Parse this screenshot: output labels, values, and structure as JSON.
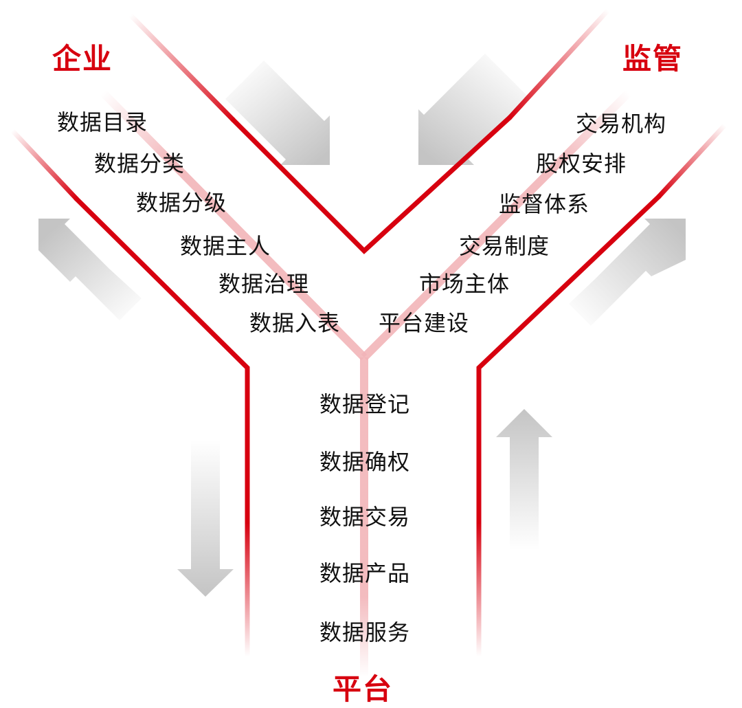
{
  "colors": {
    "accent": "#d7000f",
    "text": "#111111",
    "arrow": "#bdbdbd"
  },
  "corners": {
    "enterprise": "企业",
    "regulation": "监管",
    "platform": "平台"
  },
  "left_branch_items": [
    "数据目录",
    "数据分类",
    "数据分级",
    "数据主人",
    "数据治理",
    "数据入表"
  ],
  "right_branch_items": [
    "交易机构",
    "股权安排",
    "监督体系",
    "交易制度",
    "市场主体",
    "平台建设"
  ],
  "stem_items": [
    "数据登记",
    "数据确权",
    "数据交易",
    "数据产品",
    "数据服务"
  ]
}
